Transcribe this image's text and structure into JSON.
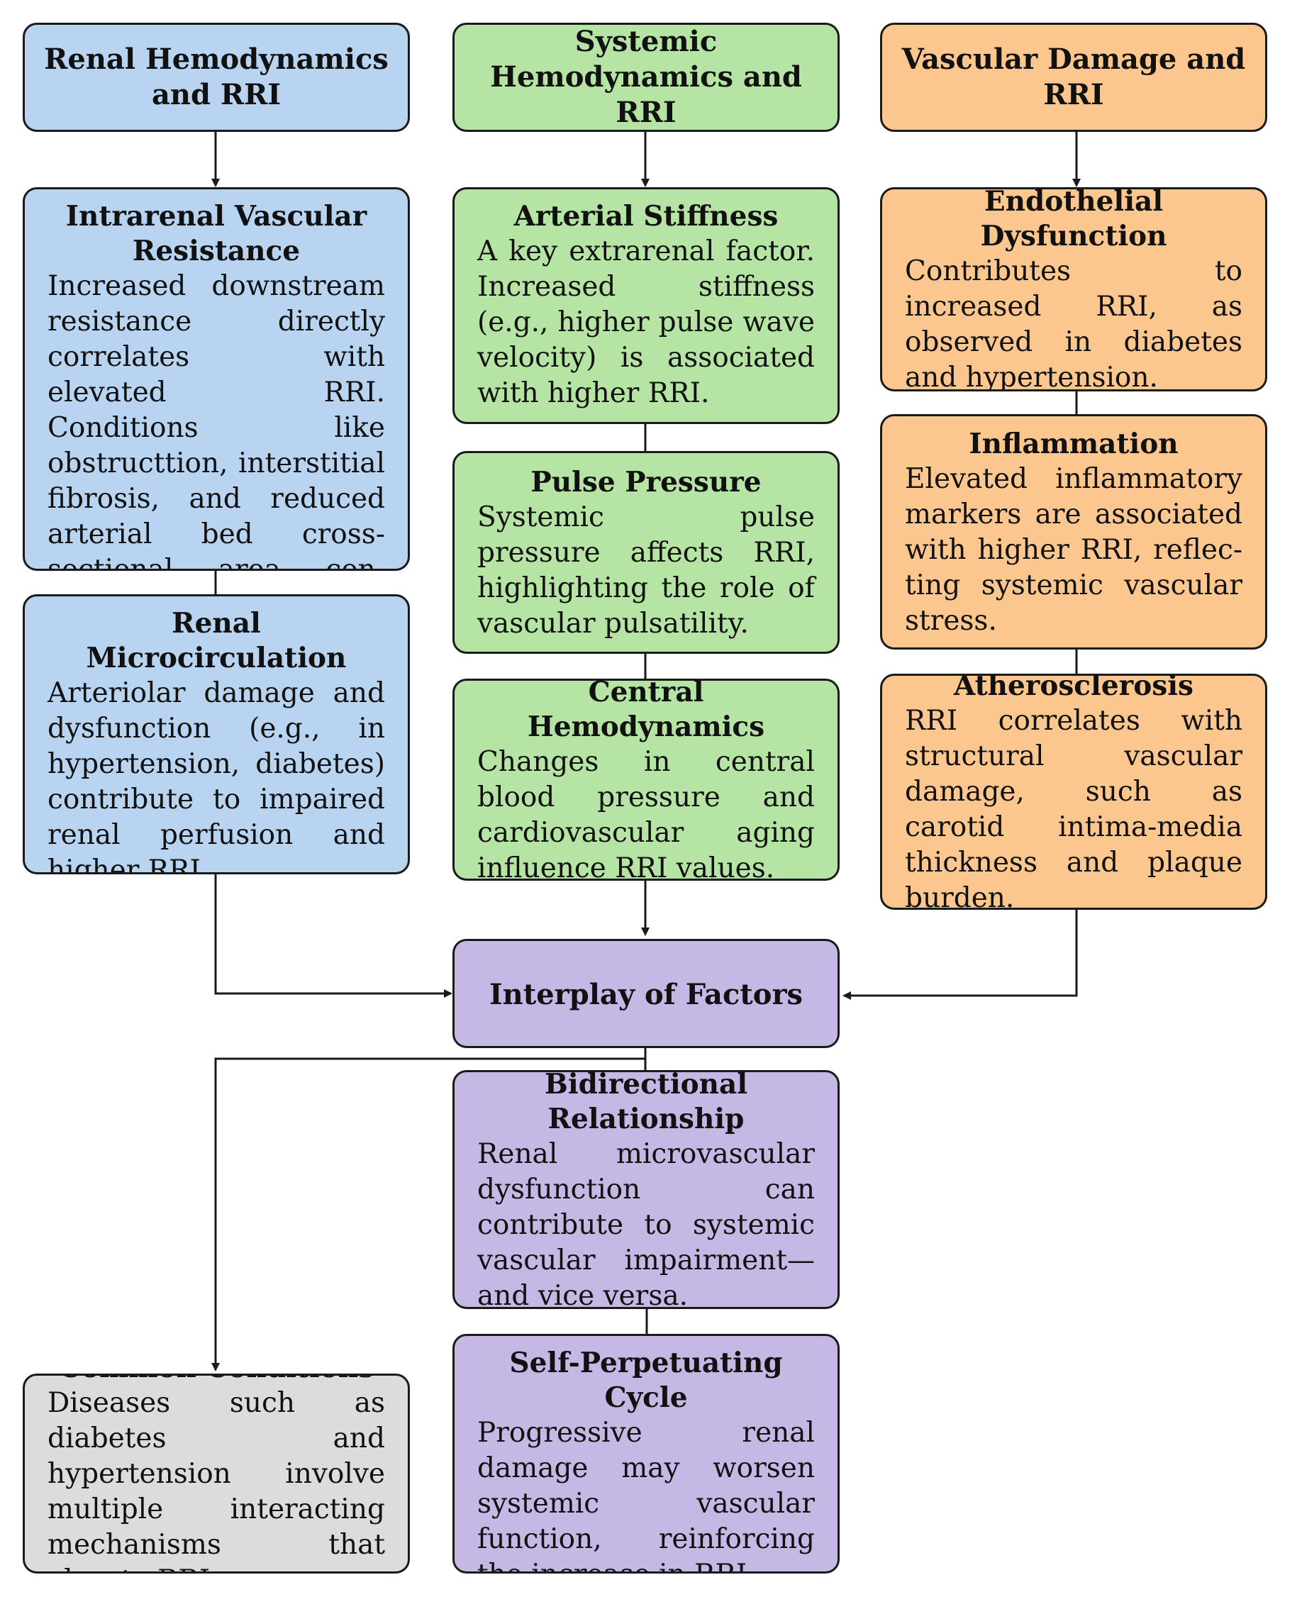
{
  "columns": {
    "renal": {
      "header": "Renal Hemodynamics and RRI",
      "color": "#b8d4f0",
      "boxes": [
        {
          "title": "Intrarenal Vascular Resistance",
          "text": "Increased downstream resistance directly corre­lates with elevated RRI. Conditions like obstruct­tion, interstitial fibrosis, and reduced arterial bed cross-sectional area con­tribute."
        },
        {
          "title": "Renal Microcirculation",
          "text": "Arteriolar damage and dysfunction (e.g., in hypertension, diabetes) contribute to impaired renal perfusion and higher RRI."
        }
      ]
    },
    "systemic": {
      "header": "Systemic Hemodynamics and RRI",
      "color": "#b6e4a4",
      "boxes": [
        {
          "title": "Arterial Stiffness",
          "text": "A key extrarenal factor. Increased stiffness (e.g., higher pulse wave velo­city) is associated with higher RRI."
        },
        {
          "title": "Pulse Pressure",
          "text": "Systemic pulse pressure affects RRI, highlighting the role of vascular pul­satility."
        },
        {
          "title": "Central Hemodynamics",
          "text": "Changes in central blood pressure and cardiovas­cular aging influence RRI values."
        }
      ]
    },
    "vascular": {
      "header": "Vascular Damage and RRI",
      "color": "#fcc78e",
      "boxes": [
        {
          "title": "Endothelial Dysfunction",
          "text": "Contributes to increased RRI, as observed in dia­betes and hypertension."
        },
        {
          "title": "Inflammation",
          "text": "Elevated inflammatory markers are associated with higher RRI, reflec­ting systemic vascular st­ress."
        },
        {
          "title": "Atherosclerosis",
          "text": "RRI correlates with struc­tural vascular damage, such as carotid intima-media thickness and pla­que burden."
        }
      ]
    }
  },
  "interplay": {
    "title": "Interplay of Factors",
    "color": "#c6b8e4"
  },
  "bidirectional": {
    "title": "Bidirectional Relationship",
    "text": "Renal microvascular dys­function can contribute to systemic vascular impair­ment—and vice versa."
  },
  "cycle": {
    "title": "Self-Perpetuating Cycle",
    "text": "Progressive renal damage may worsen systemic vascular function, rein­forcing the increase in RRI."
  },
  "common": {
    "title": "Common Conditions",
    "text": "Diseases such as diabetes and hypertension involve multiple interacting mec­hanisms that elevate RRI.",
    "color": "#dcdcdc"
  }
}
